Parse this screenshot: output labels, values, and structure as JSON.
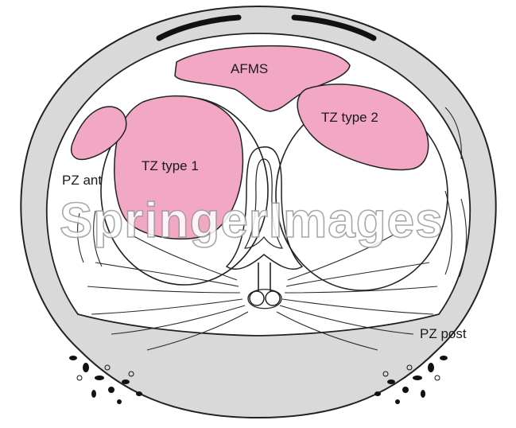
{
  "labels": {
    "afms": "AFMS",
    "tz_type_2": "TZ type 2",
    "tz_type_1": "TZ type 1",
    "pz_ant": "PZ ant",
    "pz_post": "PZ post"
  },
  "watermark": "SpringerImages",
  "colors": {
    "zone_fill": "#f2a8c4",
    "capsule_fill": "#d9d9d9",
    "outline": "#222222"
  }
}
